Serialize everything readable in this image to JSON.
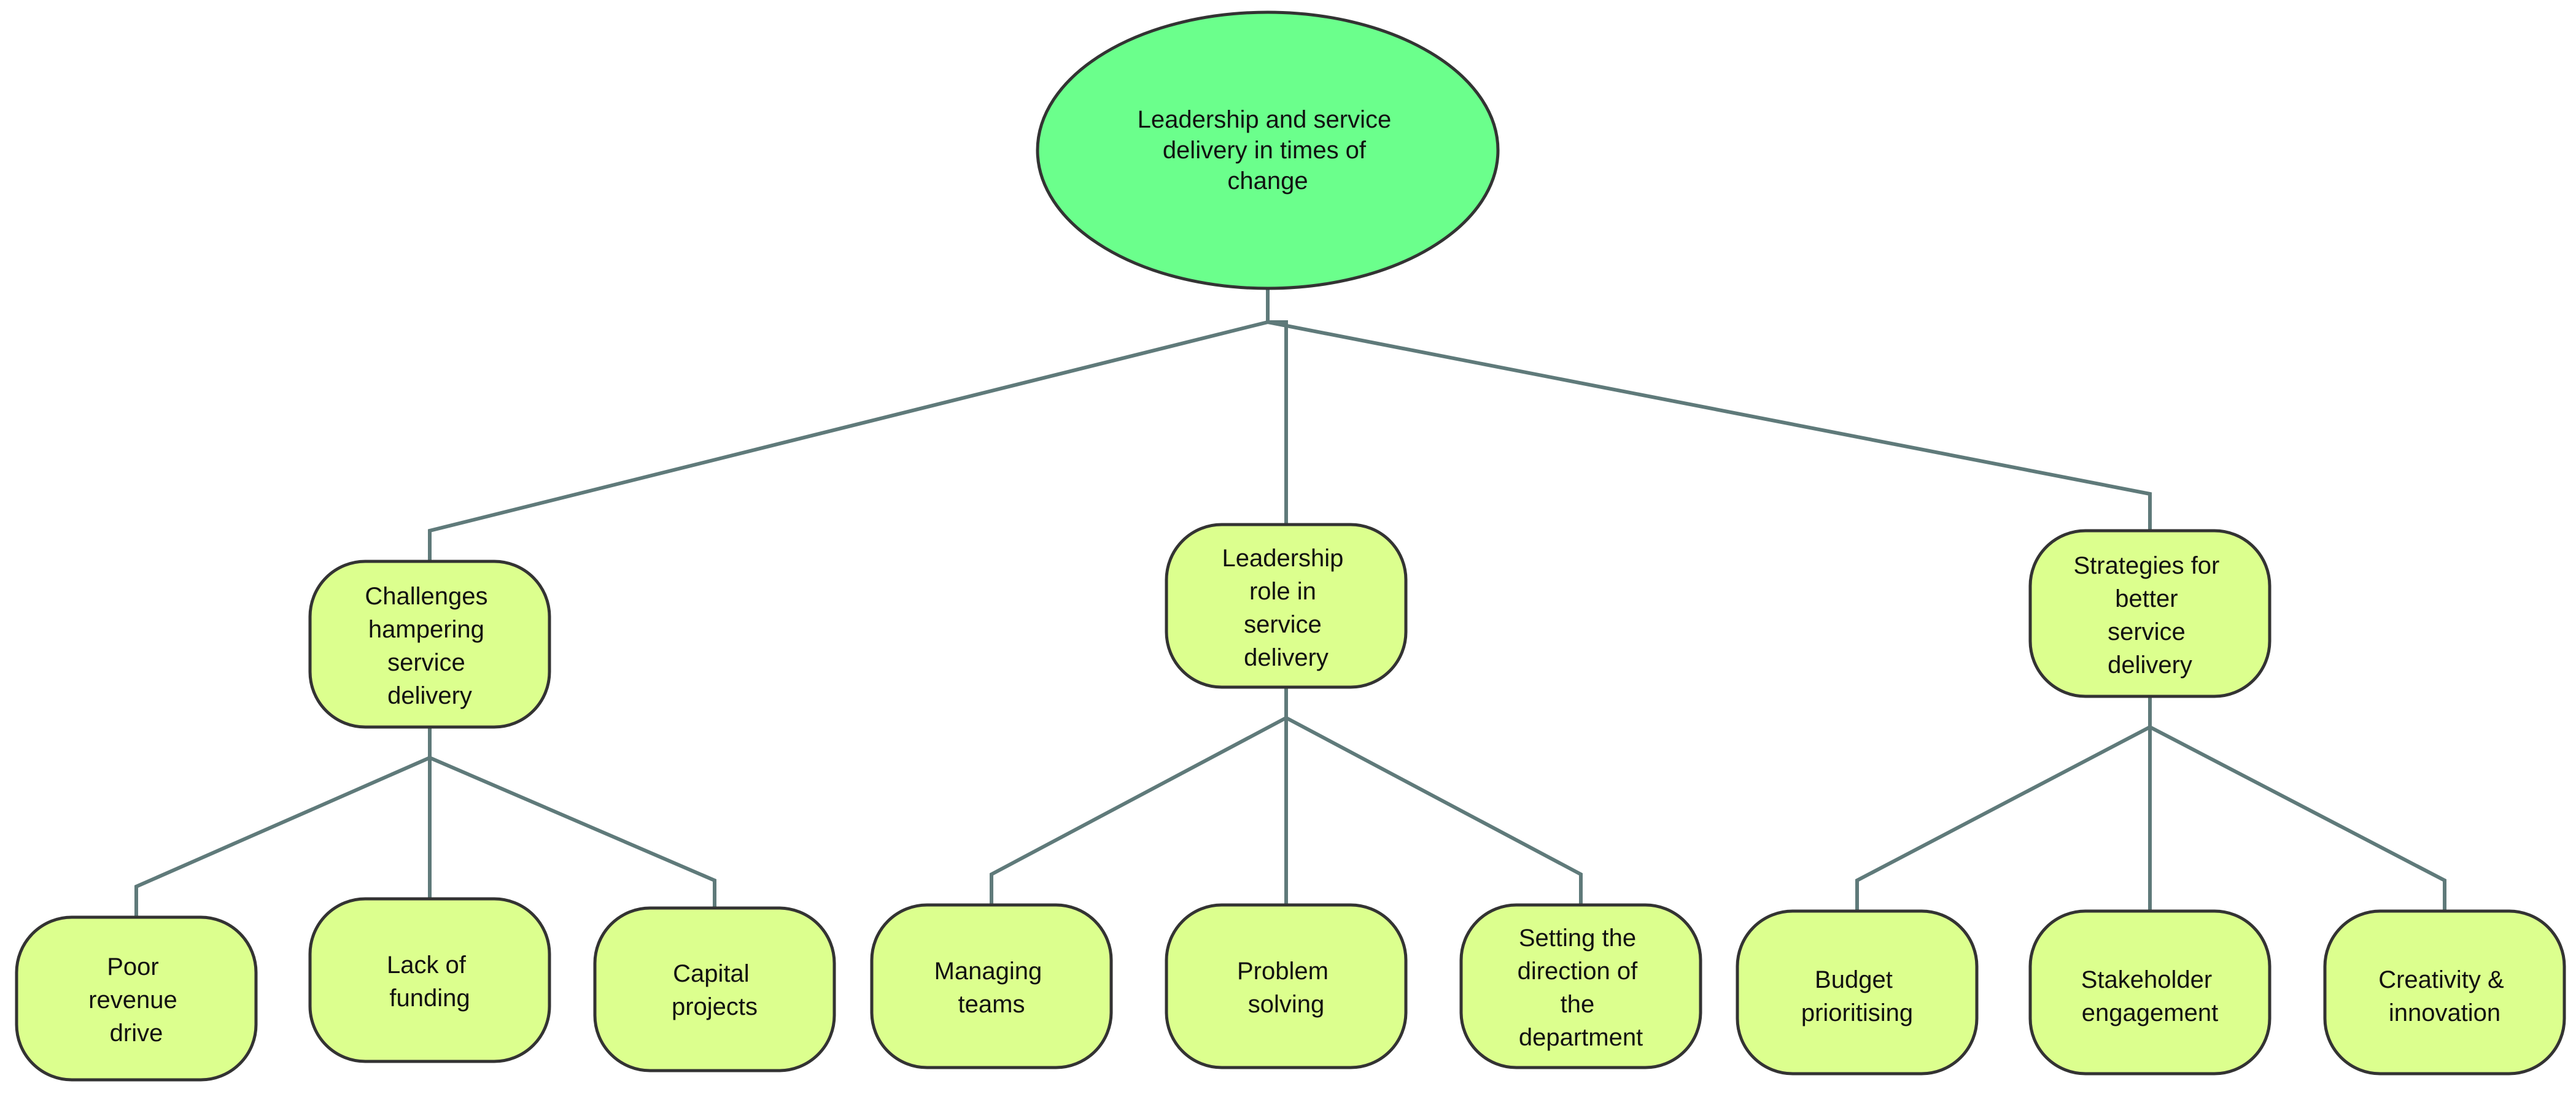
{
  "colors": {
    "root_fill": "#6bff8c",
    "node_fill": "#dcff8e",
    "node_stroke": "#333333",
    "connector": "#5f7a7a"
  },
  "root": {
    "lines": [
      "Leadership and service",
      "delivery in times of",
      "change"
    ]
  },
  "branches": [
    {
      "lines": [
        "Challenges",
        "hampering",
        "service",
        "delivery"
      ],
      "children": [
        {
          "lines": [
            "Poor",
            "revenue",
            "drive"
          ]
        },
        {
          "lines": [
            "Lack of",
            "funding"
          ]
        },
        {
          "lines": [
            "Capital",
            "projects"
          ]
        }
      ]
    },
    {
      "lines": [
        "Leadership",
        "role in",
        "service",
        "delivery"
      ],
      "children": [
        {
          "lines": [
            "Managing",
            "teams"
          ]
        },
        {
          "lines": [
            "Problem",
            "solving"
          ]
        },
        {
          "lines": [
            "Setting the",
            "direction of",
            "the",
            "department"
          ]
        }
      ]
    },
    {
      "lines": [
        "Strategies for",
        "better",
        "service",
        "delivery"
      ],
      "children": [
        {
          "lines": [
            "Budget",
            "prioritising"
          ]
        },
        {
          "lines": [
            "Stakeholder",
            "engagement"
          ]
        },
        {
          "lines": [
            "Creativity &",
            "innovation"
          ]
        }
      ]
    }
  ]
}
